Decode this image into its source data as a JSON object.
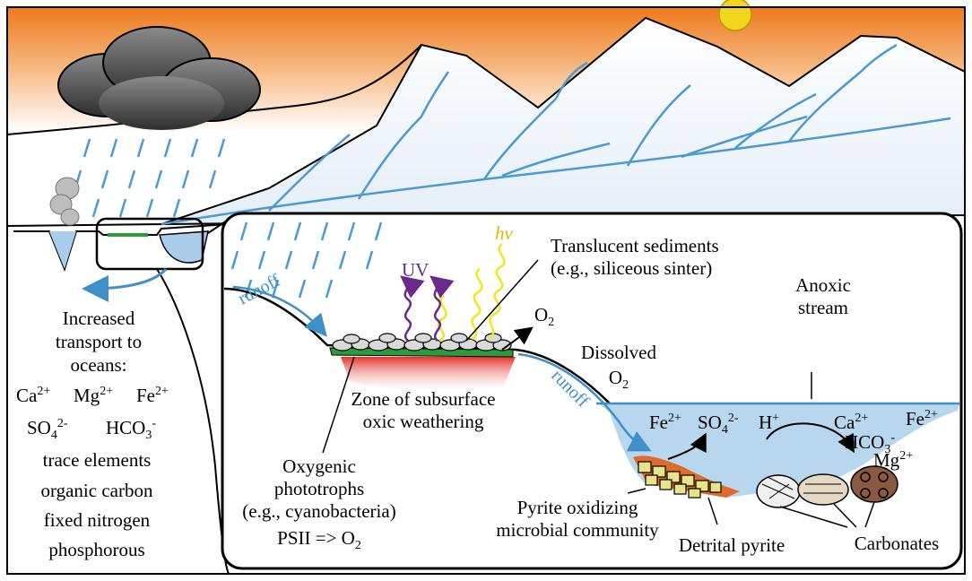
{
  "labels": {
    "translucent_1": "Translucent sediments",
    "translucent_2": "(e.g., siliceous sinter)",
    "uv": "UV",
    "hv": "hν",
    "o2_top": "O",
    "o2_top_sub": "2",
    "anoxic_1": "Anoxic",
    "anoxic_2": "stream",
    "runoff_left": "runoff",
    "runoff_right": "runoff",
    "dissolved_1": "Dissolved",
    "dissolved_2": "O",
    "dissolved_2_sub": "2",
    "zone_1": "Zone of subsurface",
    "zone_2": "oxic weathering",
    "fe2": "Fe",
    "fe2_sup": "2+",
    "so4": "SO",
    "so4_sub": "4",
    "so4_sup": "2-",
    "hplus": "H",
    "hplus_sup": "+",
    "ca_r": "Ca",
    "ca_r_sup": "2+",
    "fe_r": "Fe",
    "fe_r_sup": "2+",
    "hco3_r": "HCO",
    "hco3_r_sub": "3",
    "hco3_r_sup": "-",
    "mg_r": "Mg",
    "mg_r_sup": "2+",
    "oxy_1": "Oxygenic",
    "oxy_2": "phototrophs",
    "oxy_3": "(e.g., cyanobacteria)",
    "oxy_4": "PSII => O",
    "oxy_4_sub": "2",
    "pyrite_comm_1": "Pyrite oxidizing",
    "pyrite_comm_2": "microbial community",
    "detrital": "Detrital pyrite",
    "carbonates": "Carbonates",
    "left_1": "Increased",
    "left_2": "transport to",
    "left_3": "oceans:",
    "left_ca": "Ca",
    "left_ca_sup": "2+",
    "left_mg": "Mg",
    "left_mg_sup": "2+",
    "left_fe": "Fe",
    "left_fe_sup": "2+",
    "left_so4": "SO",
    "left_so4_sub": "4",
    "left_so4_sup": "2-",
    "left_hco3": "HCO",
    "left_hco3_sub": "3",
    "left_hco3_sup": "-",
    "left_trace": "trace elements",
    "left_org": "organic carbon",
    "left_fixed": "fixed nitrogen",
    "left_phos": "phosphorous"
  },
  "colors": {
    "sky_top": "#f08a2a",
    "sky_bottom": "#ffffff",
    "water": "#a9cdea",
    "stream": "#3f8fc9",
    "sun": "#f2d51e",
    "cloud": "#5a5a5a",
    "oxic_red": "#e4332b",
    "mat_green": "#2e9b3a",
    "pyrite": "#e8e48a",
    "iron_orange": "#e06a28",
    "uv_purple": "#6a2a8a",
    "light_yellow": "#f3e61b"
  }
}
